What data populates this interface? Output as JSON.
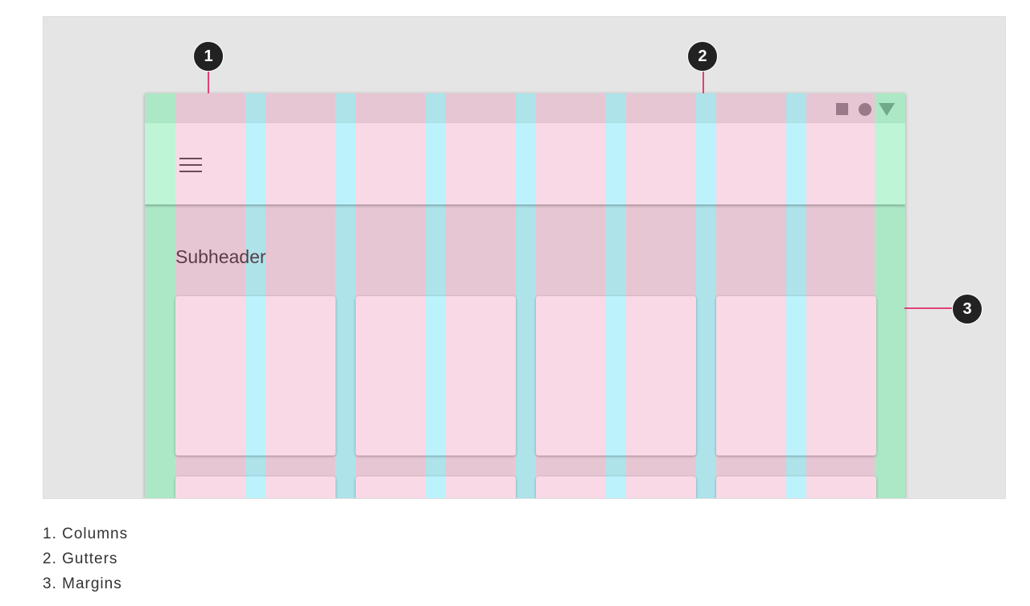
{
  "diagram": {
    "subheader": "Subheader",
    "status_icons": [
      "square-icon",
      "circle-icon",
      "triangle-icon"
    ],
    "callouts": [
      "1",
      "2",
      "3"
    ],
    "colors": {
      "column": "#e7c6d3",
      "gutter": "#aee3ea",
      "margin": "#ade8c6",
      "callout_line": "#e0407a"
    }
  },
  "legend": [
    "1. Columns",
    "2. Gutters",
    "3. Margins"
  ]
}
